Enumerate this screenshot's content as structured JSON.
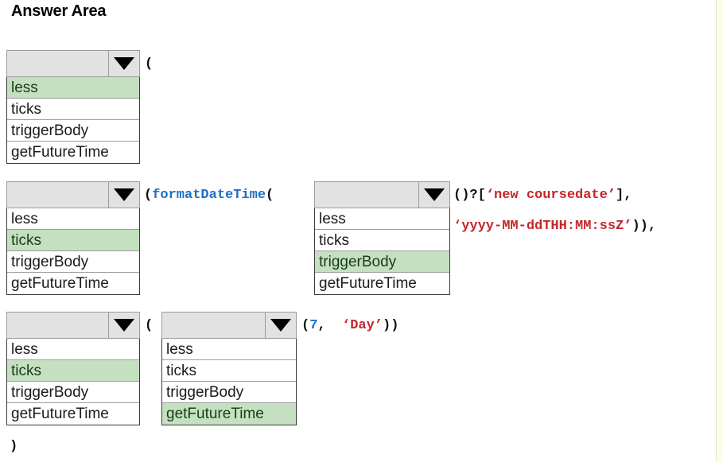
{
  "page": {
    "title": "Answer Area",
    "right_strip_color": "#fdfce8"
  },
  "colors": {
    "selected_option_bg": "#c5e0c0",
    "dropdown_bg": "#e2e2e2",
    "keyword_blue": "#1f6fc4",
    "string_red": "#c3262b"
  },
  "options": {
    "list": [
      "less",
      "ticks",
      "triggerBody",
      "getFutureTime"
    ]
  },
  "dropdowns": [
    {
      "name": "dropdown-1",
      "selected": "less",
      "options": [
        "less",
        "ticks",
        "triggerBody",
        "getFutureTime"
      ]
    },
    {
      "name": "dropdown-2",
      "selected": "ticks",
      "options": [
        "less",
        "ticks",
        "triggerBody",
        "getFutureTime"
      ]
    },
    {
      "name": "dropdown-3",
      "selected": "triggerBody",
      "options": [
        "less",
        "ticks",
        "triggerBody",
        "getFutureTime"
      ]
    },
    {
      "name": "dropdown-4",
      "selected": "ticks",
      "options": [
        "less",
        "ticks",
        "triggerBody",
        "getFutureTime"
      ]
    },
    {
      "name": "dropdown-5",
      "selected": "getFutureTime",
      "options": [
        "less",
        "ticks",
        "triggerBody",
        "getFutureTime"
      ]
    }
  ],
  "code": {
    "line1_paren": "(",
    "line2_a": "(",
    "line2_fn": "formatDateTime",
    "line2_b": "(",
    "line2_c": "()?[",
    "line2_str1": "‘new coursedate’",
    "line2_d": "],",
    "line3_str2": "‘yyyy-MM-ddTHH:MM:ssZ’",
    "line3_tail": ")),",
    "line4_paren": "(",
    "line4_open": "(",
    "line4_num": "7",
    "line4_comma": ",  ",
    "line4_str": "‘Day’",
    "line4_close": "))",
    "line5_paren": ")"
  }
}
